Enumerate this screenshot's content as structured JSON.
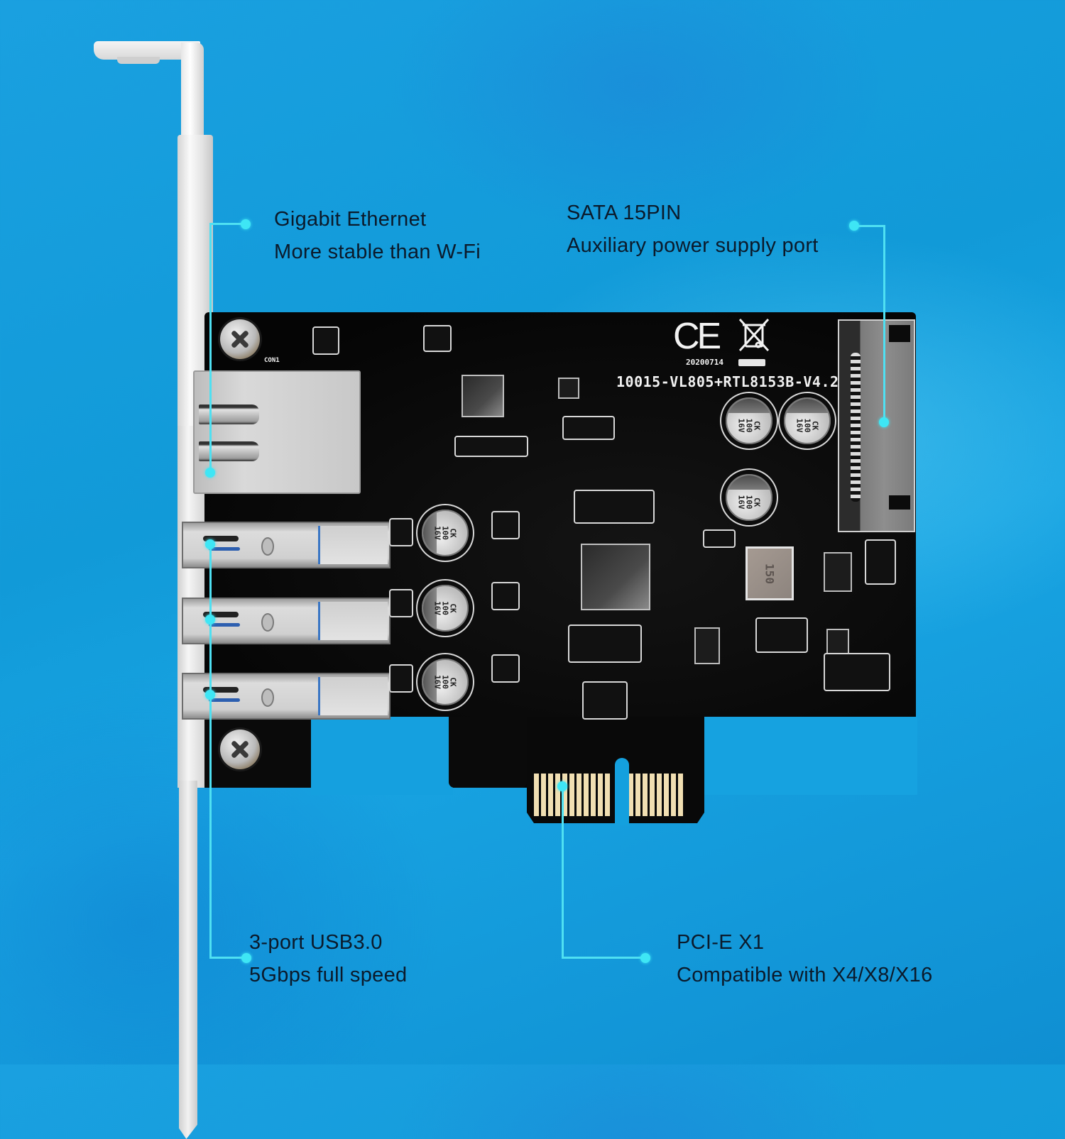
{
  "product": {
    "type": "PCI-E expansion card",
    "board_model": "10015-VL805+RTL8153B-V4.2",
    "board_date": "20200714",
    "connector_label": "CON1",
    "capacitor_label": "CK\n100\n16V",
    "inductor_label": "150",
    "certification_marks": [
      "CE",
      "WEEE"
    ]
  },
  "callouts": {
    "ethernet": {
      "title": "Gigabit Ethernet",
      "subtitle": "More stable than W-Fi"
    },
    "sata": {
      "title": "SATA 15PIN",
      "subtitle": "Auxiliary power supply port"
    },
    "usb": {
      "title": "3-port USB3.0",
      "subtitle": "5Gbps full speed"
    },
    "pcie": {
      "title": "PCI-E X1",
      "subtitle": "Compatible with X4/X8/X16"
    }
  },
  "colors": {
    "background": "#15a0df",
    "callout_line": "#4fe0f2",
    "callout_text": "#0b1a2b",
    "pcb": "#080808",
    "gold_fingers": "#f1dfb2"
  }
}
